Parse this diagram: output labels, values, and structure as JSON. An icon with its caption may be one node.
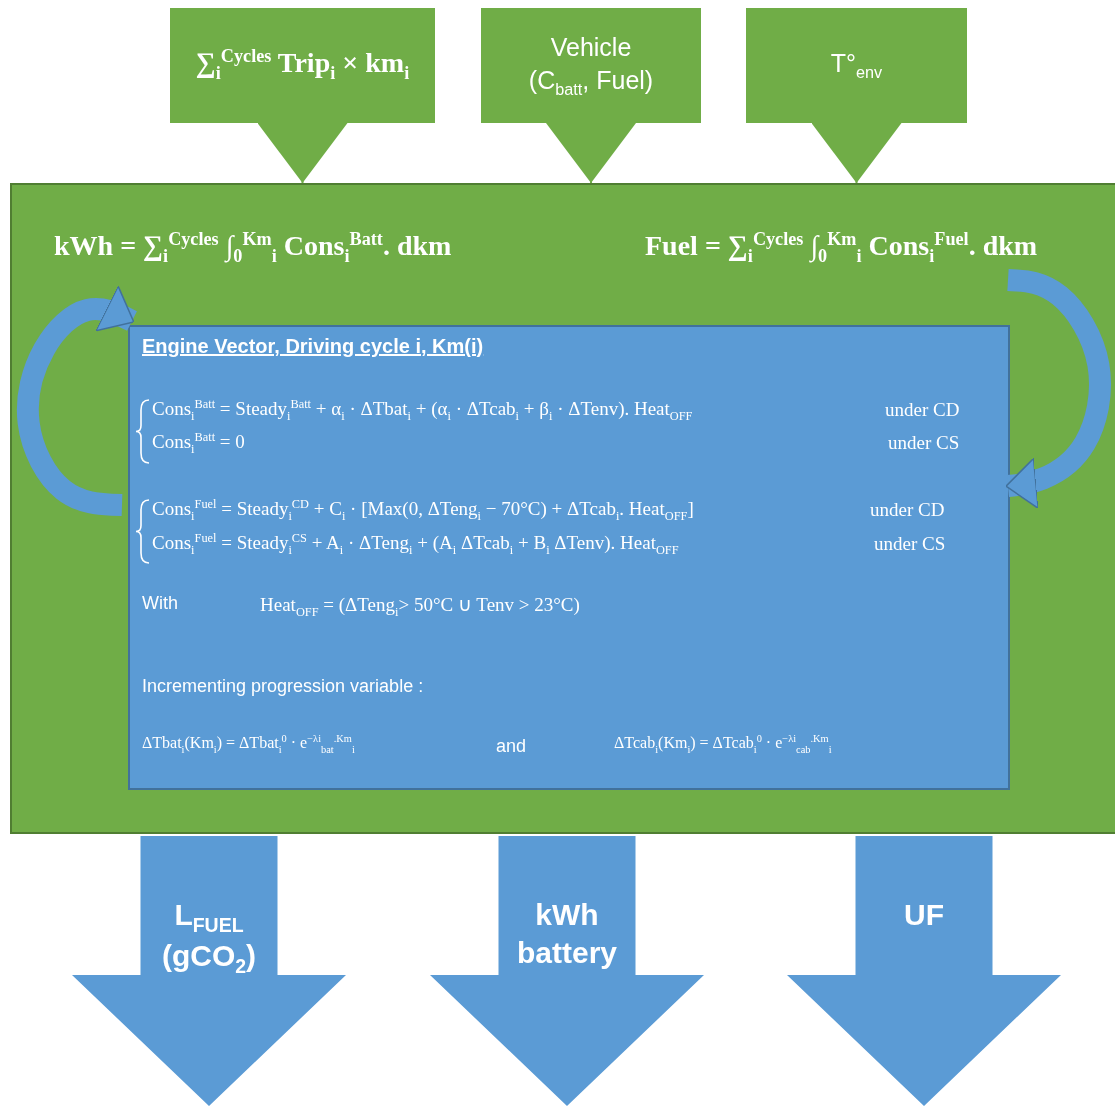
{
  "diagram": {
    "nodes": [
      {
        "text": [
          "∑$_{i}$$^{Cycles}$ Trip$_{i}$ × km$_{i}$"
        ]
      },
      {
        "text": [
          "Vehicle (C$_{batt}$, Fuel)"
        ]
      },
      {
        "text": [
          "T°$_{env}$"
        ]
      },
      {
        "text": [
          "kWh = ∑$_{i}$$^{Cycles}$ ∫$_{0}$$^{Km}$$_{i}$ Cons$_{i}$$^{Batt}$. dkm",
          "Fuel = ∑$_{i}$$^{Cycles}$ ∫$_{0}$$^{Km}$$_{i}$ Cons$_{i}$$^{Fuel}$. dkm"
        ]
      },
      {
        "text": [
          "Engine Vector, Driving cycle i, Km(i)",
          "Cons$_{i}$$^{Batt}$ = Steady$_{i}$$^{Batt}$ + α$_{i}$ · ΔTbat$_{i}$ + (α$_{i}$ · ΔTcab$_{i}$ + β$_{i}$ · ΔTenv). Heat$_{OFF}$",
          "under CD",
          "Cons$_{i}$$^{Batt}$ = 0",
          "under CS",
          "Cons$_{i}$$^{Fuel}$ = Steady$_{i}$$^{CD}$ + C$_{i}$ · [Max(0, ΔTeng$_{i}$ − 70°C) + ΔTcab$_{i}$. Heat$_{OFF}$]",
          "under CD",
          "Cons$_{i}$$^{Fuel}$ = Steady$_{i}$$^{CS}$ + A$_{i}$ · ΔTeng$_{i}$ + (A$_{i}$ ΔTcab$_{i}$ + B$_{i}$ ΔTenv). Heat$_{OFF}$",
          "under CS",
          "With",
          "Heat$_{OFF}$ = (ΔTeng$_{i}$> 50°C ∪ Tenv > 23°C)",
          "Incrementing progression variable :",
          "ΔTbat$_{i}$(Km$_{i}$) = ΔTbat$_{i}$$^{0}$ · e$^{−λ}$$^{i}$$_{bat}$$^{.Km}$$_{i}$",
          "and",
          "ΔTcab$_{i}$(Km$_{i}$) = ΔTcab$_{i}$$^{0}$ · e$^{−λ}$$^{i}$$_{cab}$$^{.Km}$$_{i}$"
        ],
        "in": 3
      },
      {
        "text": [
          "L$_{FUEL}$ (gCO$_{2}$)"
        ]
      },
      {
        "text": [
          "kWh battery"
        ]
      },
      {
        "text": [
          "UF"
        ]
      }
    ],
    "edges": [
      {
        "from": 0,
        "to": 3,
        "arrow": "to"
      },
      {
        "from": 1,
        "to": 3,
        "arrow": "to"
      },
      {
        "from": 2,
        "to": 3,
        "arrow": "to"
      },
      {
        "from": null,
        "to": 4,
        "arrow": "to",
        "style": "thick",
        "color": "#5b9bd5"
      },
      {
        "from": null,
        "to": 4,
        "arrow": "to",
        "style": "thick",
        "color": "#5b9bd5"
      }
    ]
  }
}
